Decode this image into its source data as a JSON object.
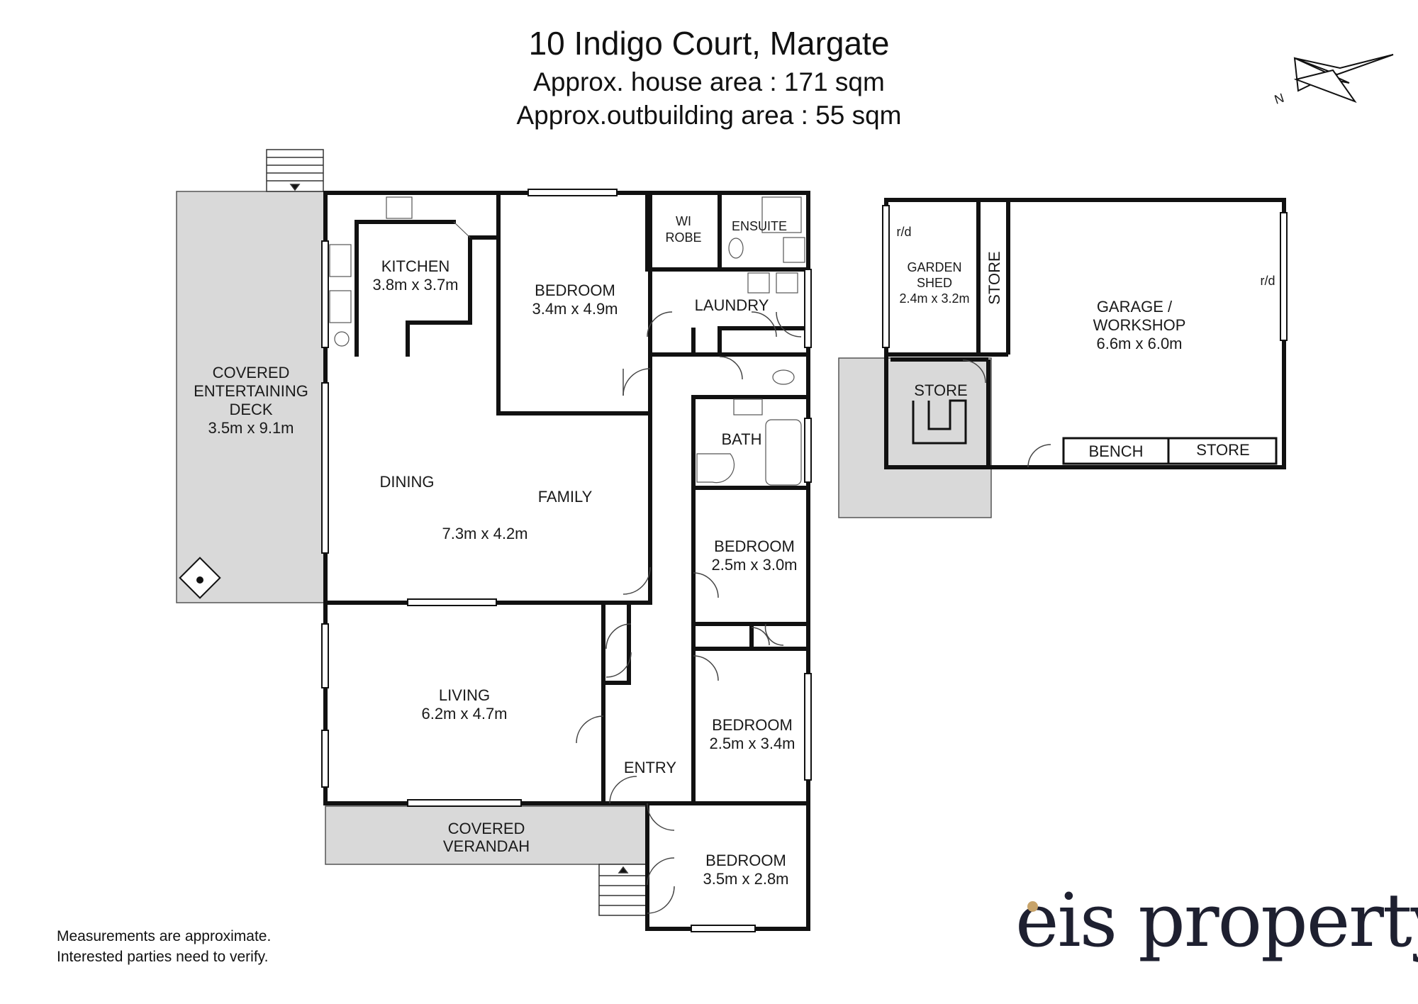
{
  "header": {
    "address": "10 Indigo Court, Margate",
    "house_area": "Approx. house area : 171 sqm",
    "outbuilding_area": "Approx.outbuilding area : 55 sqm"
  },
  "compass": {
    "label": "N",
    "icon": "north-arrow-icon"
  },
  "rooms": {
    "deck_l1": "COVERED",
    "deck_l2": "ENTERTAINING",
    "deck_l3": "DECK",
    "deck_dim": "3.5m x 9.1m",
    "kitchen": "KITCHEN",
    "kitchen_dim": "3.8m x 3.7m",
    "bedroom1": "BEDROOM",
    "bedroom1_dim": "3.4m x 4.9m",
    "wi_l1": "WI",
    "wi_l2": "ROBE",
    "ensuite": "ENSUITE",
    "laundry": "LAUNDRY",
    "bath": "BATH",
    "dining": "DINING",
    "family": "FAMILY",
    "dining_dim": "7.3m x 4.2m",
    "bedroom2": "BEDROOM",
    "bedroom2_dim": "2.5m x 3.0m",
    "living": "LIVING",
    "living_dim": "6.2m x 4.7m",
    "bedroom3": "BEDROOM",
    "bedroom3_dim": "2.5m x 3.4m",
    "entry": "ENTRY",
    "verandah_l1": "COVERED",
    "verandah_l2": "VERANDAH",
    "bedroom4": "BEDROOM",
    "bedroom4_dim": "3.5m x 2.8m",
    "shed_l1": "GARDEN",
    "shed_l2": "SHED",
    "shed_dim": "2.4m x 3.2m",
    "store_v": "STORE",
    "store_small": "STORE",
    "garage_l1": "GARAGE /",
    "garage_l2": "WORKSHOP",
    "garage_dim": "6.6m x 6.0m",
    "bench": "BENCH",
    "store_garage": "STORE",
    "rd1": "r/d",
    "rd2": "r/d"
  },
  "footer": {
    "note_l1": "Measurements are approximate.",
    "note_l2": "Interested parties need to verify."
  },
  "brand": {
    "name": "eis property",
    "dot_color": "#c7a36a",
    "text_color": "#1e2030"
  },
  "colors": {
    "walls": "#111111",
    "covered_area": "#d9d9d9"
  }
}
